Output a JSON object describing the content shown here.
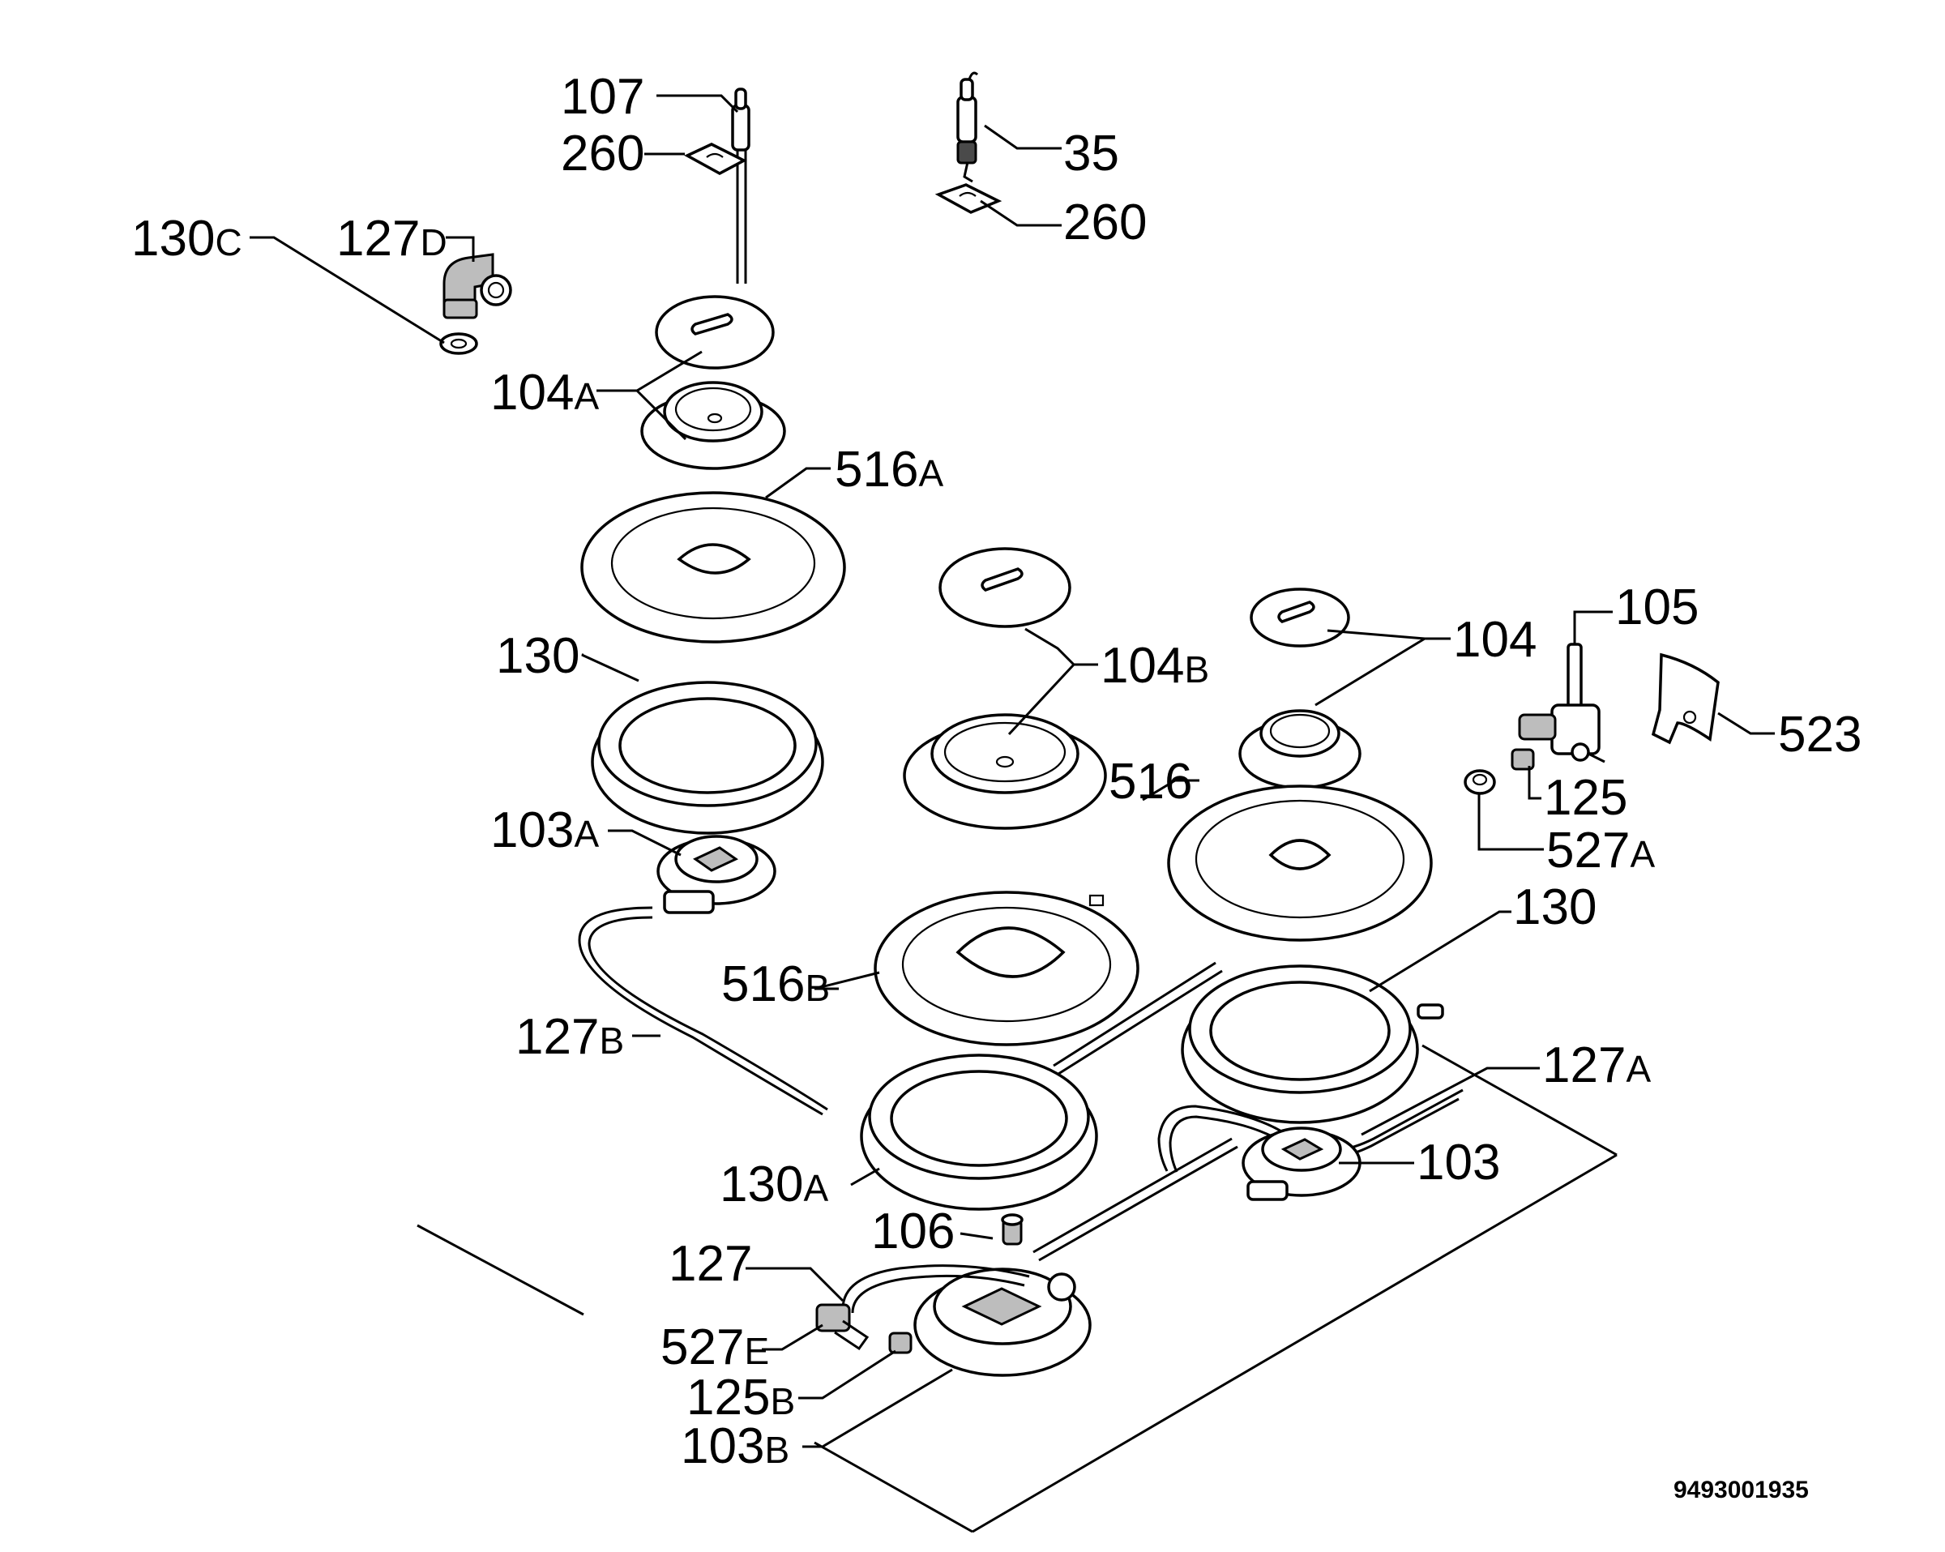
{
  "labels": [
    {
      "id": "l107",
      "num": "107",
      "suffix": ""
    },
    {
      "id": "l260a",
      "num": "260",
      "suffix": ""
    },
    {
      "id": "l35",
      "num": "35",
      "suffix": ""
    },
    {
      "id": "l260b",
      "num": "260",
      "suffix": ""
    },
    {
      "id": "l130c",
      "num": "130",
      "suffix": "C"
    },
    {
      "id": "l127d",
      "num": "127",
      "suffix": "D"
    },
    {
      "id": "l104a",
      "num": "104",
      "suffix": "A"
    },
    {
      "id": "l516a",
      "num": "516",
      "suffix": "A"
    },
    {
      "id": "l130t",
      "num": "130",
      "suffix": ""
    },
    {
      "id": "l104b",
      "num": "104",
      "suffix": "B"
    },
    {
      "id": "l104",
      "num": "104",
      "suffix": ""
    },
    {
      "id": "l105",
      "num": "105",
      "suffix": ""
    },
    {
      "id": "l523",
      "num": "523",
      "suffix": ""
    },
    {
      "id": "l516",
      "num": "516",
      "suffix": ""
    },
    {
      "id": "l125",
      "num": "125",
      "suffix": ""
    },
    {
      "id": "l103a",
      "num": "103",
      "suffix": "A"
    },
    {
      "id": "l527a",
      "num": "527",
      "suffix": "A"
    },
    {
      "id": "l130r",
      "num": "130",
      "suffix": ""
    },
    {
      "id": "l516b",
      "num": "516",
      "suffix": "B"
    },
    {
      "id": "l127b",
      "num": "127",
      "suffix": "B"
    },
    {
      "id": "l127a",
      "num": "127",
      "suffix": "A"
    },
    {
      "id": "l103",
      "num": "103",
      "suffix": ""
    },
    {
      "id": "l130a",
      "num": "130",
      "suffix": "A"
    },
    {
      "id": "l106",
      "num": "106",
      "suffix": ""
    },
    {
      "id": "l127",
      "num": "127",
      "suffix": ""
    },
    {
      "id": "l527e",
      "num": "527",
      "suffix": "E"
    },
    {
      "id": "l125b",
      "num": "125",
      "suffix": "B"
    },
    {
      "id": "l103b",
      "num": "103",
      "suffix": "B"
    }
  ],
  "drawing_code": "9493001935"
}
